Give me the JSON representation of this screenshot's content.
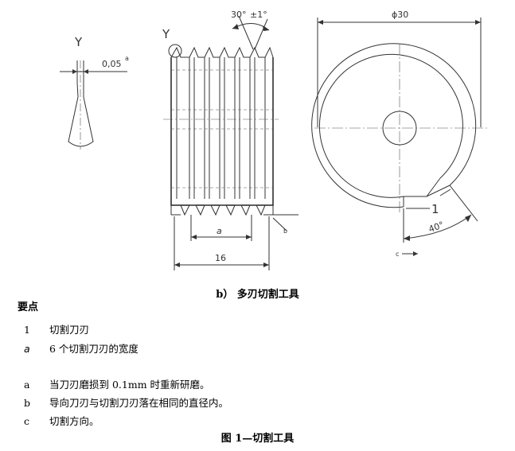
{
  "diagram": {
    "left_view": {
      "label_y": "Y",
      "dim_width": "0,05",
      "dim_width_note": "a"
    },
    "middle_view": {
      "label_y": "Y",
      "angle_label": "30°",
      "tolerance_label": "±1°",
      "dim_a": "a",
      "dim_16": "16",
      "note_b": "b"
    },
    "right_view": {
      "dim_diameter": "ϕ30",
      "callout_1": "1",
      "angle_40": "40°",
      "note_c": "c"
    }
  },
  "subcaption": "b） 多刃切割工具",
  "key_heading": "要点",
  "key_items": [
    {
      "key": "1",
      "text": "切割刀刃"
    },
    {
      "key": "a",
      "text": "6 个切割刀刃的宽度"
    }
  ],
  "notes": [
    {
      "key": "a",
      "text": "当刀刃磨损到 0.1mm 时重新研磨。"
    },
    {
      "key": "b",
      "text": "导向刀刃与切割刀刃落在相同的直径内。"
    },
    {
      "key": "c",
      "text": "切割方向。"
    }
  ],
  "figure_caption": "图 1—切割工具"
}
